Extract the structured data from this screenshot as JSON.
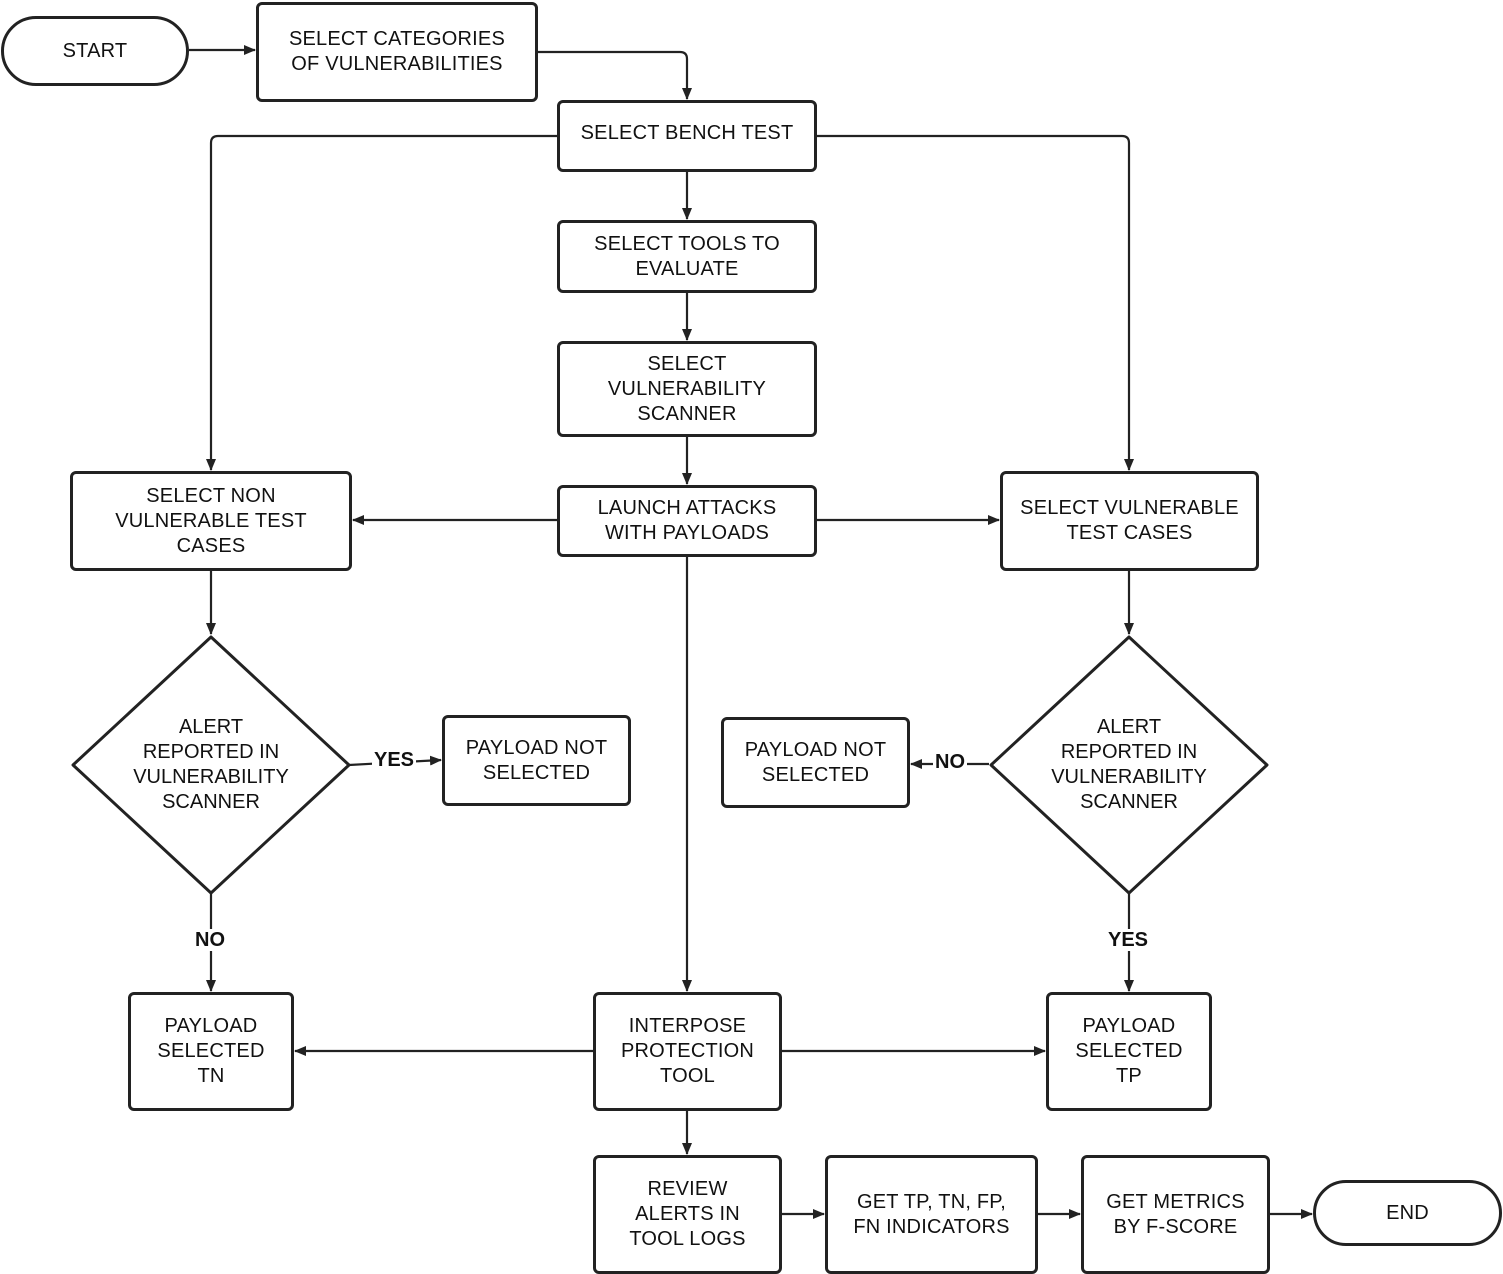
{
  "nodes": {
    "start": "START",
    "select_categories": [
      "SELECT CATEGORIES",
      "OF VULNERABILITIES"
    ],
    "select_bench_test": [
      "SELECT BENCH TEST"
    ],
    "select_tools": [
      "SELECT TOOLS TO",
      "EVALUATE"
    ],
    "select_scanner": [
      "SELECT",
      "VULNERABILITY",
      "SCANNER"
    ],
    "select_non_vulnerable": [
      "SELECT NON",
      "VULNERABLE TEST",
      "CASES"
    ],
    "launch_attacks": [
      "LAUNCH ATTACKS",
      "WITH PAYLOADS"
    ],
    "select_vulnerable": [
      "SELECT VULNERABLE",
      "TEST CASES"
    ],
    "decision_left": [
      "ALERT",
      "REPORTED IN",
      "VULNERABILITY",
      "SCANNER"
    ],
    "decision_right": [
      "ALERT",
      "REPORTED IN",
      "VULNERABILITY",
      "SCANNER"
    ],
    "payload_not_selected_left": [
      "PAYLOAD NOT",
      "SELECTED"
    ],
    "payload_not_selected_right": [
      "PAYLOAD NOT",
      "SELECTED"
    ],
    "payload_selected_tn": [
      "PAYLOAD",
      "SELECTED",
      "TN"
    ],
    "interpose_tool": [
      "INTERPOSE",
      "PROTECTION",
      "TOOL"
    ],
    "payload_selected_tp": [
      "PAYLOAD",
      "SELECTED",
      "TP"
    ],
    "review_alerts": [
      "REVIEW",
      "ALERTS IN",
      "TOOL LOGS"
    ],
    "get_indicators": [
      "GET TP, TN, FP,",
      "FN INDICATORS"
    ],
    "get_metrics": [
      "GET METRICS",
      "BY F-SCORE"
    ],
    "end": "END"
  },
  "edge_labels": {
    "left_yes": "YES",
    "left_no": "NO",
    "right_no": "NO",
    "right_yes": "YES"
  },
  "colors": {
    "stroke": "#222222",
    "background": "#ffffff",
    "text": "#111111"
  }
}
